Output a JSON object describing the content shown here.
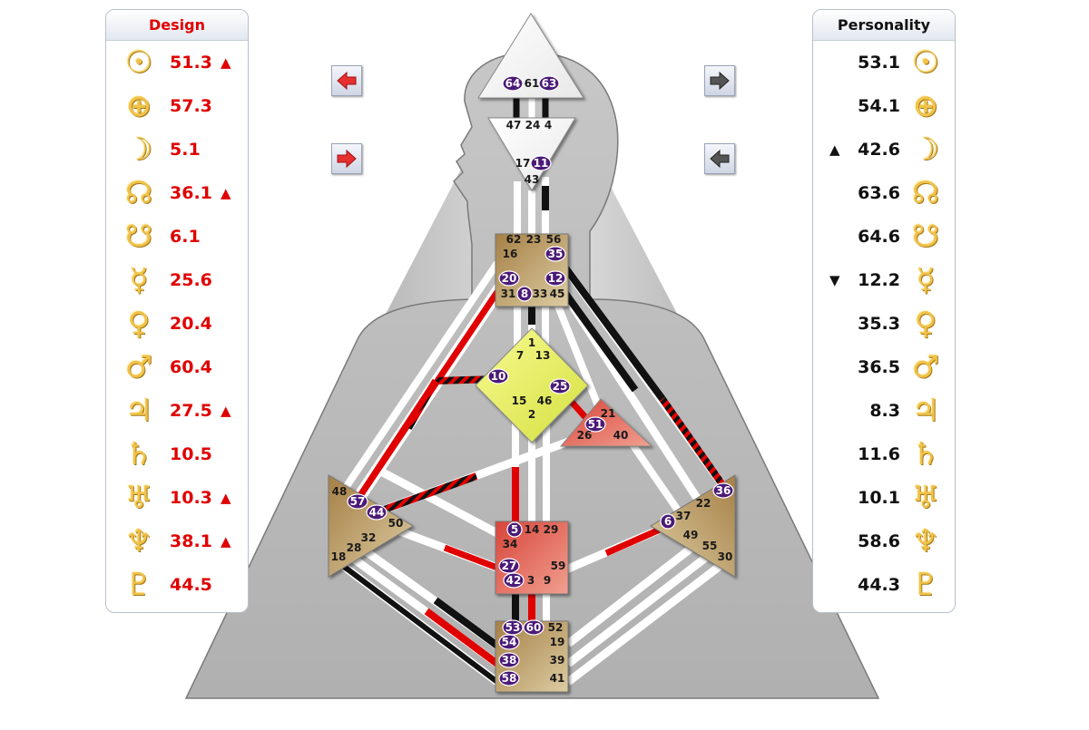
{
  "design": {
    "title": "Design",
    "rows": [
      {
        "icon": "sun-icon",
        "glyph": "☉",
        "value": "51.3",
        "arrow": "▲"
      },
      {
        "icon": "earth-icon",
        "glyph": "⊕",
        "value": "57.3",
        "arrow": ""
      },
      {
        "icon": "moon-icon",
        "glyph": "☽",
        "value": "5.1",
        "arrow": ""
      },
      {
        "icon": "north-node-icon",
        "glyph": "☊",
        "value": "36.1",
        "arrow": "▲"
      },
      {
        "icon": "south-node-icon",
        "glyph": "☋",
        "value": "6.1",
        "arrow": ""
      },
      {
        "icon": "mercury-icon",
        "glyph": "☿",
        "value": "25.6",
        "arrow": ""
      },
      {
        "icon": "venus-icon",
        "glyph": "♀",
        "value": "20.4",
        "arrow": ""
      },
      {
        "icon": "mars-icon",
        "glyph": "♂",
        "value": "60.4",
        "arrow": ""
      },
      {
        "icon": "jupiter-icon",
        "glyph": "♃",
        "value": "27.5",
        "arrow": "▲"
      },
      {
        "icon": "saturn-icon",
        "glyph": "♄",
        "value": "10.5",
        "arrow": ""
      },
      {
        "icon": "uranus-icon",
        "glyph": "♅",
        "value": "10.3",
        "arrow": "▲"
      },
      {
        "icon": "neptune-icon",
        "glyph": "♆",
        "value": "38.1",
        "arrow": "▲"
      },
      {
        "icon": "pluto-icon",
        "glyph": "♇",
        "value": "44.5",
        "arrow": ""
      }
    ]
  },
  "personality": {
    "title": "Personality",
    "rows": [
      {
        "icon": "sun-icon",
        "glyph": "☉",
        "value": "53.1",
        "arrow": ""
      },
      {
        "icon": "earth-icon",
        "glyph": "⊕",
        "value": "54.1",
        "arrow": ""
      },
      {
        "icon": "moon-icon",
        "glyph": "☽",
        "value": "42.6",
        "arrow": "▲"
      },
      {
        "icon": "north-node-icon",
        "glyph": "☊",
        "value": "63.6",
        "arrow": ""
      },
      {
        "icon": "south-node-icon",
        "glyph": "☋",
        "value": "64.6",
        "arrow": ""
      },
      {
        "icon": "mercury-icon",
        "glyph": "☿",
        "value": "12.2",
        "arrow": "▼"
      },
      {
        "icon": "venus-icon",
        "glyph": "♀",
        "value": "35.3",
        "arrow": ""
      },
      {
        "icon": "mars-icon",
        "glyph": "♂",
        "value": "36.5",
        "arrow": ""
      },
      {
        "icon": "jupiter-icon",
        "glyph": "♃",
        "value": "8.3",
        "arrow": ""
      },
      {
        "icon": "saturn-icon",
        "glyph": "♄",
        "value": "11.6",
        "arrow": ""
      },
      {
        "icon": "uranus-icon",
        "glyph": "♅",
        "value": "10.1",
        "arrow": ""
      },
      {
        "icon": "neptune-icon",
        "glyph": "♆",
        "value": "58.6",
        "arrow": ""
      },
      {
        "icon": "pluto-icon",
        "glyph": "♇",
        "value": "44.3",
        "arrow": ""
      }
    ]
  },
  "nav": {
    "design_prev": "arrow-left-icon",
    "design_next": "arrow-right-icon",
    "personality_next": "arrow-right-icon",
    "personality_prev": "arrow-left-icon"
  },
  "colors": {
    "design": "#e00000",
    "personality": "#111111",
    "planet_gold": "#f0c24a",
    "activated_gate": "#4b1a78",
    "center_defined_head": "#ffffff",
    "center_tan": "#c8b27a",
    "center_g": "#e8f060",
    "center_red": "#e05a4a"
  },
  "centers": {
    "head": {
      "name": "head",
      "gates": [
        "64",
        "61",
        "63"
      ]
    },
    "ajna": {
      "name": "ajna",
      "gates": [
        "47",
        "24",
        "4",
        "17",
        "11",
        "43"
      ]
    },
    "throat": {
      "name": "throat",
      "gates": [
        "62",
        "23",
        "56",
        "16",
        "35",
        "20",
        "12",
        "31",
        "8",
        "33",
        "45"
      ]
    },
    "g": {
      "name": "g",
      "gates": [
        "1",
        "7",
        "13",
        "10",
        "25",
        "15",
        "46",
        "2"
      ]
    },
    "heart": {
      "name": "heart",
      "gates": [
        "21",
        "51",
        "26",
        "40"
      ]
    },
    "spleen": {
      "name": "spleen",
      "gates": [
        "48",
        "57",
        "44",
        "50",
        "32",
        "28",
        "18"
      ]
    },
    "sacral": {
      "name": "sacral",
      "gates": [
        "5",
        "14",
        "29",
        "34",
        "27",
        "59",
        "42",
        "3",
        "9"
      ]
    },
    "solar_plexus": {
      "name": "solar-plexus",
      "gates": [
        "36",
        "22",
        "6",
        "37",
        "49",
        "55",
        "30"
      ]
    },
    "root": {
      "name": "root",
      "gates": [
        "53",
        "60",
        "52",
        "54",
        "19",
        "38",
        "39",
        "58",
        "41"
      ]
    }
  },
  "activated_gates": [
    "64",
    "63",
    "11",
    "35",
    "20",
    "12",
    "8",
    "10",
    "25",
    "51",
    "57",
    "44",
    "5",
    "27",
    "42",
    "53",
    "60",
    "54",
    "38",
    "58",
    "6",
    "36"
  ]
}
